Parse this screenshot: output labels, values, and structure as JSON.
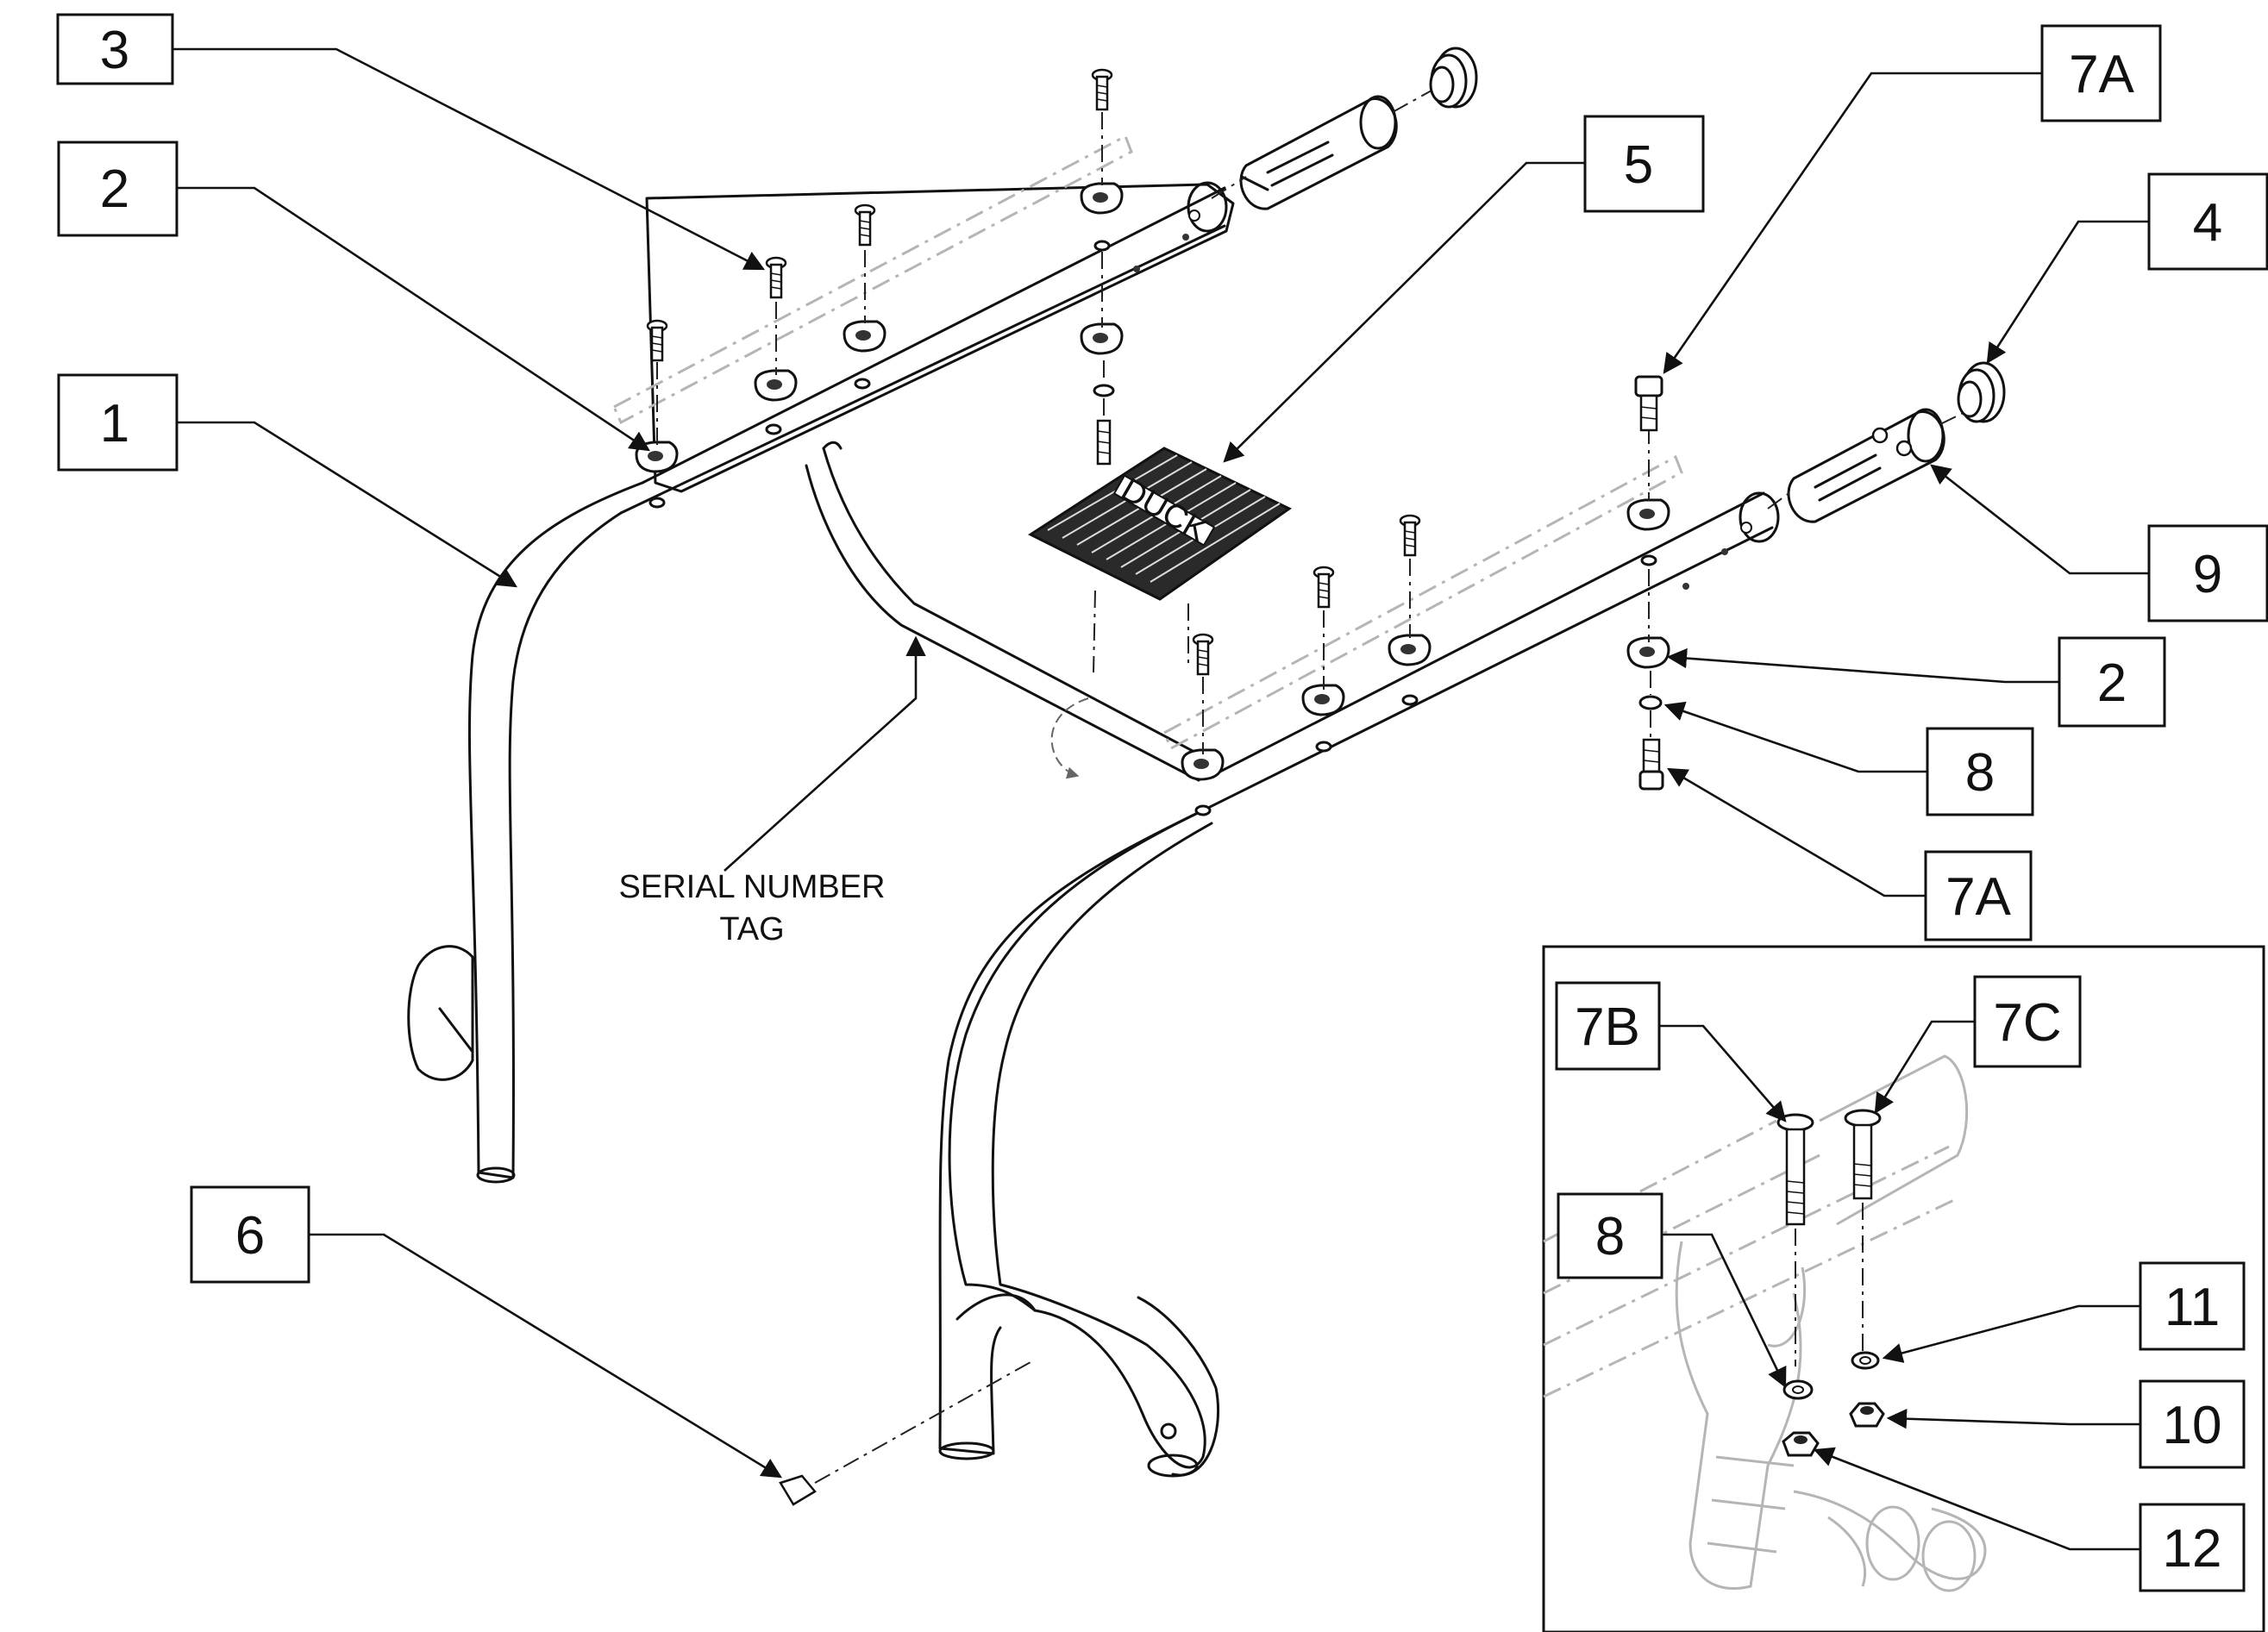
{
  "callouts": [
    {
      "id": "c3",
      "text": "3"
    },
    {
      "id": "c2a",
      "text": "2"
    },
    {
      "id": "c1",
      "text": "1"
    },
    {
      "id": "c5",
      "text": "5"
    },
    {
      "id": "c7a_top",
      "text": "7A"
    },
    {
      "id": "c4",
      "text": "4"
    },
    {
      "id": "c9",
      "text": "9"
    },
    {
      "id": "c2b",
      "text": "2"
    },
    {
      "id": "c8",
      "text": "8"
    },
    {
      "id": "c7a_bottom",
      "text": "7A"
    },
    {
      "id": "c6",
      "text": "6"
    },
    {
      "id": "c7b",
      "text": "7B"
    },
    {
      "id": "c7c",
      "text": "7C"
    },
    {
      "id": "c8_inset",
      "text": "8"
    },
    {
      "id": "c11",
      "text": "11"
    },
    {
      "id": "c10",
      "text": "10"
    },
    {
      "id": "c12",
      "text": "12"
    }
  ],
  "serial_tag": {
    "line1": "SERIAL NUMBER",
    "line2": "TAG"
  },
  "footplate_brand": "DUCK"
}
